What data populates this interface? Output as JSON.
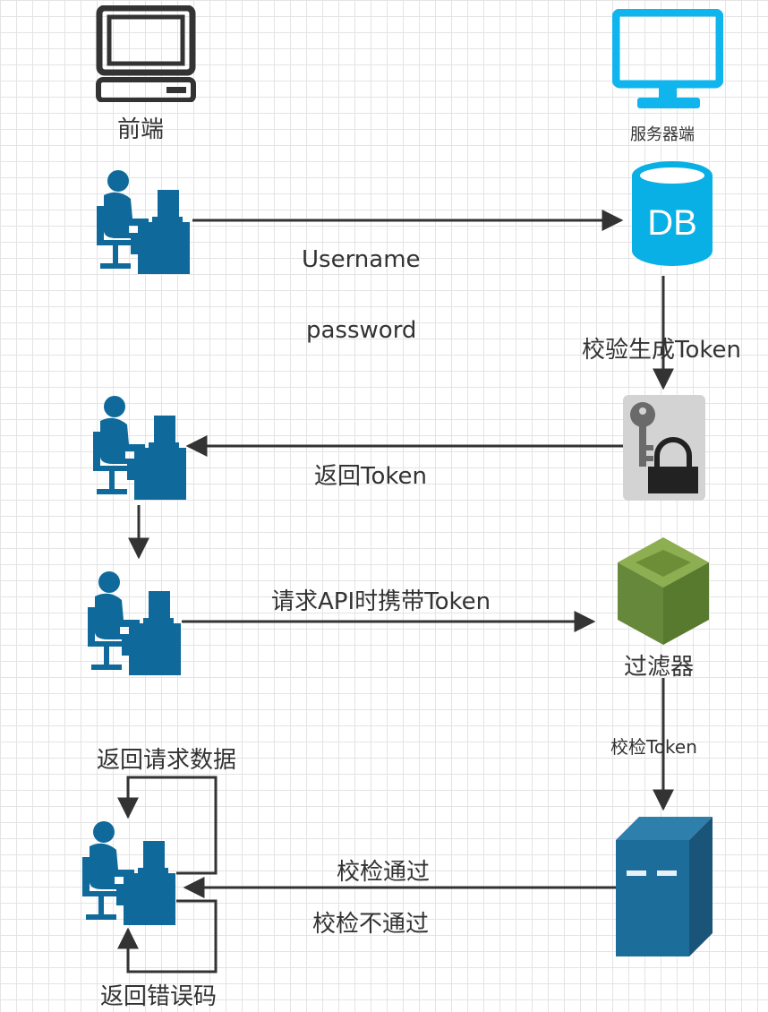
{
  "labels": {
    "frontend": "前端",
    "server": "服务器端",
    "db": "DB",
    "username": "Username",
    "password": "password",
    "verify_generate_token": "校验生成Token",
    "return_token": "返回Token",
    "request_api_with_token": "请求API时携带Token",
    "filter": "过滤器",
    "check_token": "校检Token",
    "return_request_data": "返回请求数据",
    "check_passed": "校检通过",
    "check_failed": "校检不通过",
    "return_error_code": "返回错误码"
  },
  "colors": {
    "user_blue": "#0f6a9b",
    "db_cyan": "#09b0e6",
    "monitor_cyan": "#11b5ee",
    "server_dark": "#1d5f86",
    "cube_green": "#6d8e37",
    "arrow": "#333333"
  }
}
